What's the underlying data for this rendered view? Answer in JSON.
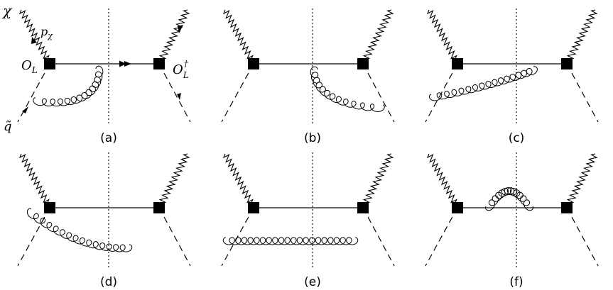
{
  "labels": {
    "chi": "χ",
    "p_chi_main": "p",
    "p_chi_sub": "χ",
    "O_L_main": "O",
    "O_L_sub": "L",
    "O_L_dag_main": "O",
    "O_L_dag_sup": "†",
    "O_L_dag_sub": "L",
    "q_tilde": "q̃"
  },
  "panels": [
    {
      "caption": "(a)",
      "gluon": "left-loop-arc"
    },
    {
      "caption": "(b)",
      "gluon": "right-loop-arc"
    },
    {
      "caption": "(c)",
      "gluon": "cross-right"
    },
    {
      "caption": "(d)",
      "gluon": "cross-left"
    },
    {
      "caption": "(e)",
      "gluon": "straight-bottom"
    },
    {
      "caption": "(f)",
      "gluon": "top-arc"
    }
  ]
}
